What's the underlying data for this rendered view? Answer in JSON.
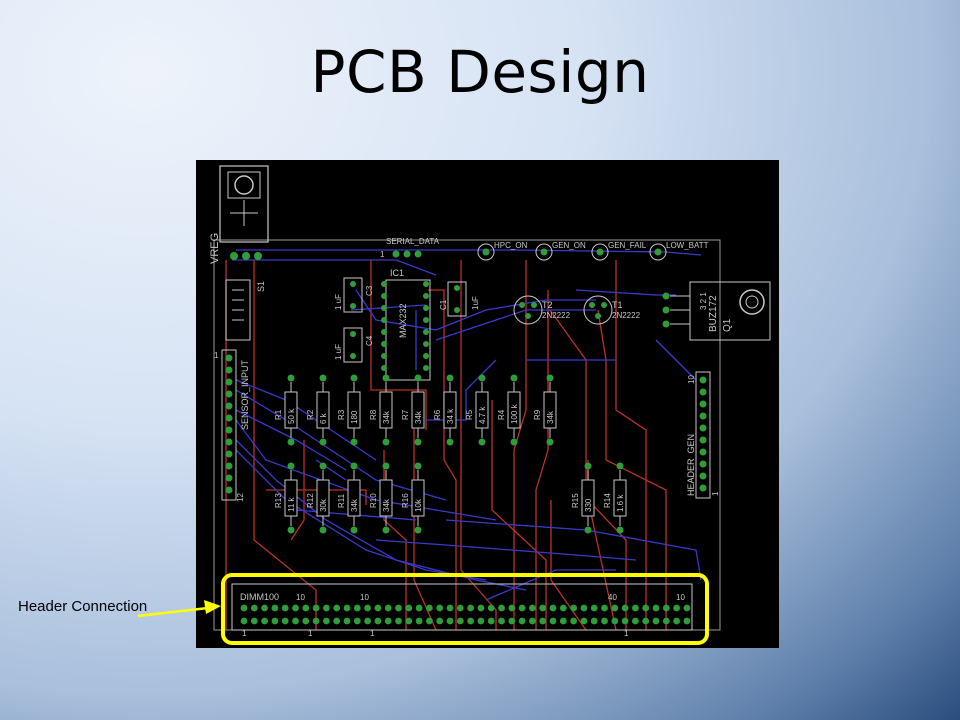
{
  "slide": {
    "title": "PCB Design"
  },
  "callout": {
    "text": "Header Connection"
  },
  "colors": {
    "highlight": "#ffff00",
    "top_trace": "#3b3bd8",
    "bottom_trace": "#c0392b",
    "pad": "#2f9e3a",
    "silk": "#c8c8c8"
  },
  "board": {
    "labels": {
      "vreg": "VREG",
      "s1": "S1",
      "serial": "SERIAL_DATA",
      "ic1": "IC1",
      "max232": "MAX232",
      "c1": "C1",
      "c3": "C3",
      "c4": "C4",
      "c1_val": "1 uF",
      "c3_val": "1 uF",
      "c4_val": "1 uF",
      "c1_val2": "1uF",
      "hpc_on": "HPC_ON",
      "gen_on": "GEN_ON",
      "gen_fail": "GEN_FAIL",
      "low_batt": "LOW_BATT",
      "t1": "T1",
      "t2": "T2",
      "t1_val": "2N2222",
      "t2_val": "2N2222",
      "q1": "Q1",
      "buz": "BUZ172",
      "sensor_input": "SENSOR_INPUT",
      "header_gen": "HEADER_GEN",
      "dimm": "DIMM100",
      "pin_1": "1",
      "pin_12": "12",
      "pin_10": "10",
      "pin_40": "40",
      "pin_321": "3 2 1"
    },
    "resistors": [
      {
        "name": "R1",
        "value": "50 k"
      },
      {
        "name": "R2",
        "value": "6 k"
      },
      {
        "name": "R3",
        "value": "180"
      },
      {
        "name": "R8",
        "value": "34k"
      },
      {
        "name": "R7",
        "value": "34k"
      },
      {
        "name": "R6",
        "value": "34 k"
      },
      {
        "name": "R5",
        "value": "4.7 k"
      },
      {
        "name": "R4",
        "value": "100 k"
      },
      {
        "name": "R9",
        "value": "34k"
      },
      {
        "name": "R13",
        "value": "11 k"
      },
      {
        "name": "R12",
        "value": "30k"
      },
      {
        "name": "R11",
        "value": "34k"
      },
      {
        "name": "R10",
        "value": "34k"
      },
      {
        "name": "R16",
        "value": "10k"
      },
      {
        "name": "R15",
        "value": "330"
      },
      {
        "name": "R14",
        "value": "1.6 k"
      }
    ]
  }
}
